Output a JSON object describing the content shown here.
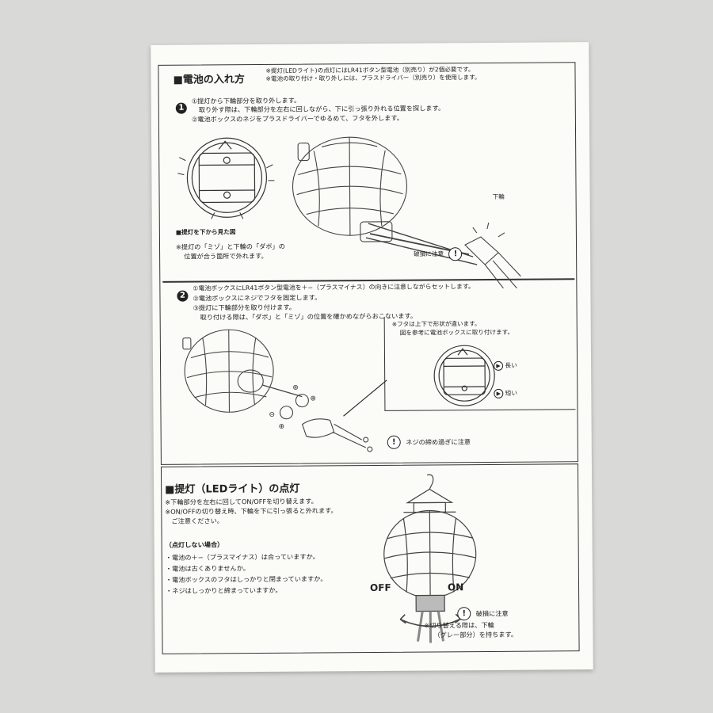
{
  "battery": {
    "heading": "■電池の入れ方",
    "note1": "※提灯(LEDライト)の点灯にはLR41ボタン型電池（別売り）が2個必要です。",
    "note2": "※電池の取り付け・取り外しには、プラスドライバー（別売り）を使用します。",
    "step1": {
      "number": "1",
      "line1": "①提灯から下輪部分を取り外します。",
      "line2": "取り外す際は、下輪部分を左右に回しながら、下に引っ張り外れる位置を探します。",
      "line3": "②電池ボックスのネジをプラスドライバーでゆるめて、フタを外します。",
      "bottom_view_title": "■提灯を下から見た図",
      "bottom_view_note1": "※提灯の「ミゾ」と下輪の「ダボ」の",
      "bottom_view_note2": "位置が合う箇所で外れます。",
      "lower_ring_label": "下輪",
      "damage_caution": "破損に注意"
    },
    "step2": {
      "number": "2",
      "line1": "①電池ボックスにLR41ボタン型電池を＋−（プラスマイナス）の向きに注意しながらセットします。",
      "line2": "②電池ボックスにネジでフタを固定します。",
      "line3": "③提灯に下輪部分を取り付けます。",
      "line4": "取り付ける際は、「ダボ」と「ミゾ」の位置を確かめながらおこないます。",
      "lid_note1": "※フタは上下で形状が違います。",
      "lid_note2": "図を参考に電池ボックスに取り付けます。",
      "long_label": "長い",
      "short_label": "短い",
      "screw_caution": "ネジの締め過ぎに注意"
    }
  },
  "lighting": {
    "heading": "■提灯（LEDライト）の点灯",
    "note1": "※下輪部分を左右に回してON/OFFを切り替えます。",
    "note2": "※ON/OFFの切り替え時、下輪を下に引っ張ると外れます。",
    "note3": "ご注意ください。",
    "trouble_title": "（点灯しない場合）",
    "trouble_items": [
      "・電池の＋−（プラスマイナス）は合っていますか。",
      "・電池は古くありませんか。",
      "・電池ボックスのフタはしっかりと閉まっていますか。",
      "・ネジはしっかりと締まっていますか。"
    ],
    "off_label": "OFF",
    "on_label": "ON",
    "damage_caution": "破損に注意",
    "hold_note1": "※切り替える際は、下輪",
    "hold_note2": "（グレー部分）を持ちます。"
  }
}
